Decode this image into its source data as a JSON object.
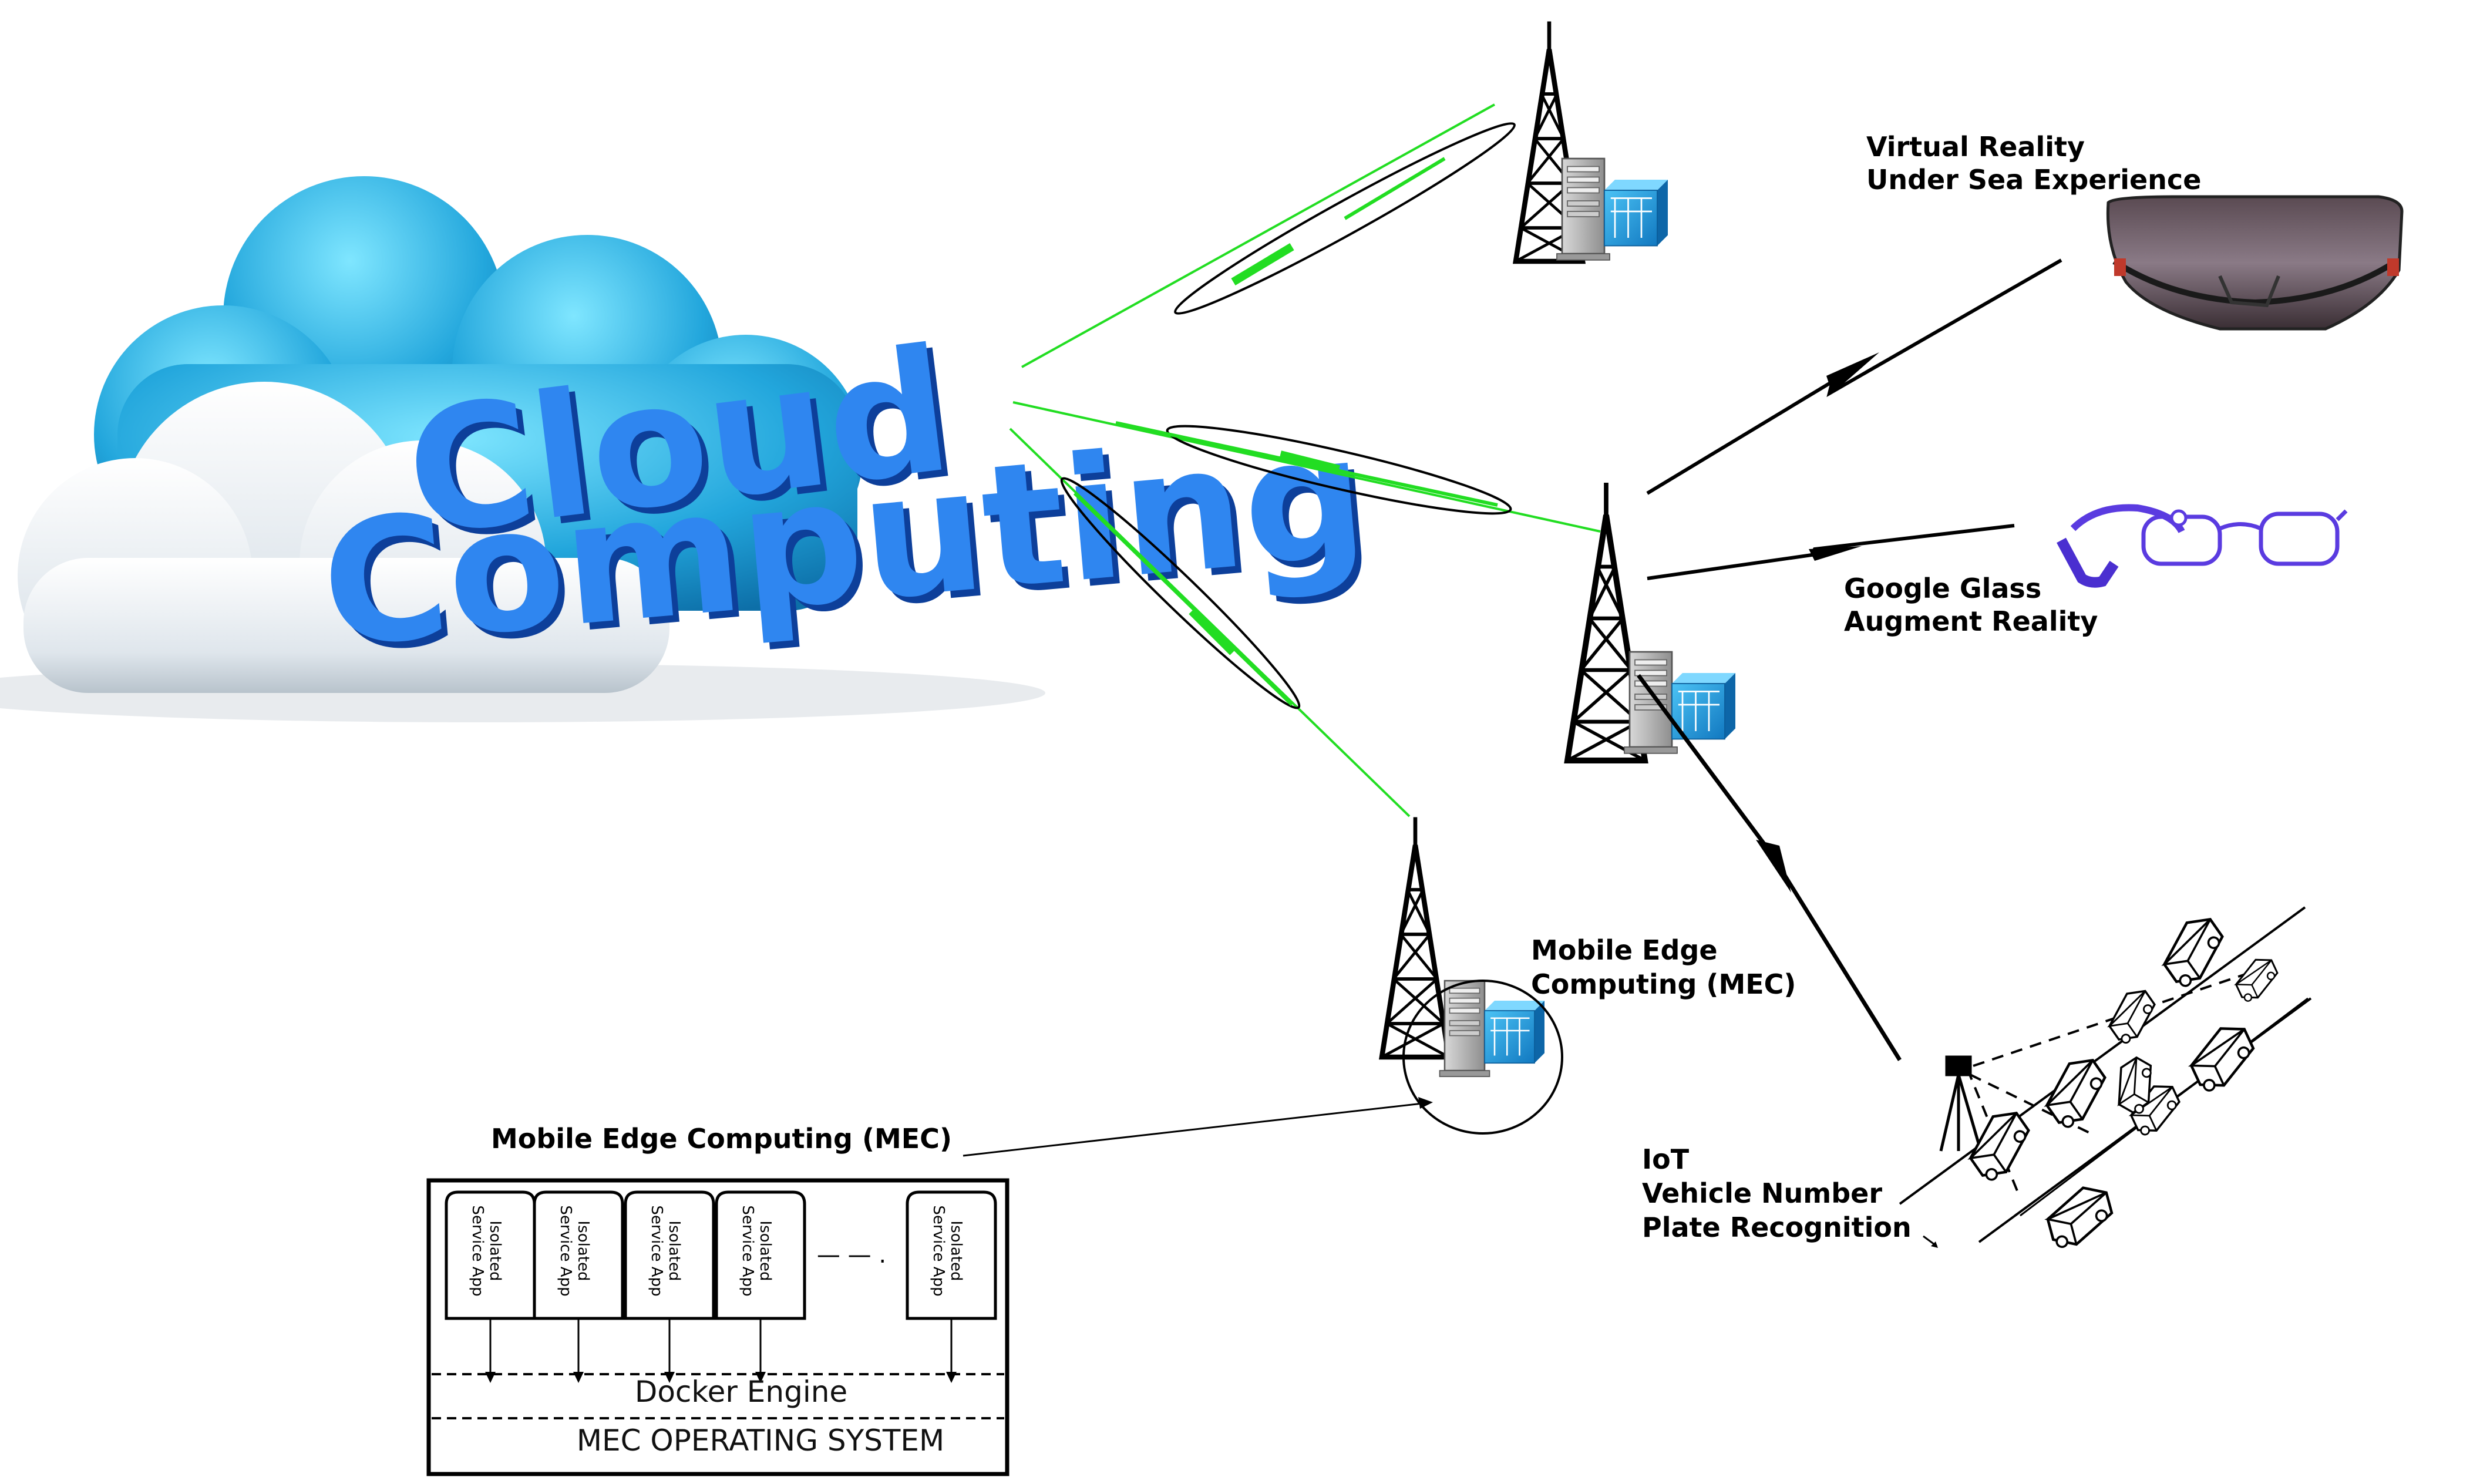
{
  "cloud": {
    "line1": "Cloud",
    "line2": "Computing"
  },
  "labels": {
    "vr_line1": "Virtual Reality",
    "vr_line2": "Under Sea Experience",
    "glass_line1": "Google Glass",
    "glass_line2": "Augment Reality",
    "mec_tower_line1": "Mobile Edge",
    "mec_tower_line2": "Computing (MEC)",
    "iot_line1": "IoT",
    "iot_line2": "Vehicle Number",
    "iot_line3": "Plate Recognition",
    "mec_stack_title": "Mobile Edge Computing (MEC)"
  },
  "mec_stack": {
    "app_label_line1": "Isolated",
    "app_label_line2": "Service App",
    "ellipsis": "— — .",
    "engine": "Docker Engine",
    "os": "MEC OPERATING SYSTEM"
  },
  "colors": {
    "cloud_blue": "#2ea8dc",
    "cloud_light": "#5fd3f5",
    "text_blue": "#1a5fd0",
    "link_green": "#22dd22",
    "server_blue": "#1e9fe0",
    "glass_purple": "#5a3be0"
  }
}
